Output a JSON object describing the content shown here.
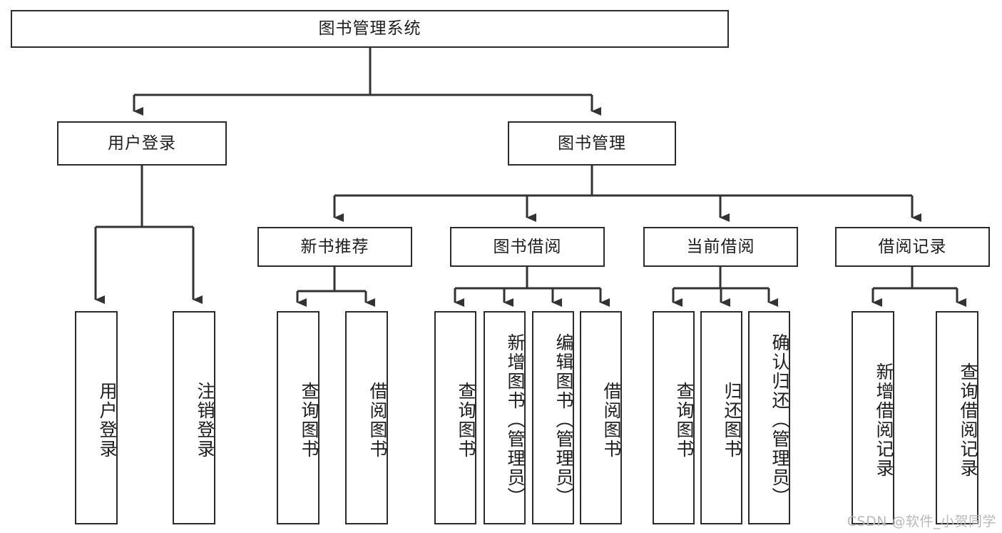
{
  "diagram": {
    "type": "tree",
    "title": "图书管理系统",
    "orientation": "top-down",
    "colors": {
      "background": "#ffffff",
      "box_border": "#2b2b2b",
      "box_fill": "#ffffff",
      "connector": "#333333",
      "text": "#1d1d1d",
      "watermark": "#b9b9b9"
    },
    "levels": {
      "root": {
        "label": "图书管理系统"
      },
      "level2": [
        {
          "label": "用户登录"
        },
        {
          "label": "图书管理"
        }
      ],
      "level3": [
        {
          "label": "新书推荐"
        },
        {
          "label": "图书借阅"
        },
        {
          "label": "当前借阅"
        },
        {
          "label": "借阅记录"
        }
      ],
      "leaves": {
        "user_login": [
          {
            "label": "用户登录"
          },
          {
            "label": "注销登录"
          }
        ],
        "new_book_recommend": [
          {
            "label": "查询图书"
          },
          {
            "label": "借阅图书"
          }
        ],
        "book_borrow": [
          {
            "label": "查询图书"
          },
          {
            "label": "新增图书（管理员）"
          },
          {
            "label": "编辑图书（管理员）"
          },
          {
            "label": "借阅图书"
          }
        ],
        "current_borrow": [
          {
            "label": "查询图书"
          },
          {
            "label": "归还图书"
          },
          {
            "label": "确认归还（管理员）"
          }
        ],
        "borrow_record": [
          {
            "label": "新增借阅记录"
          },
          {
            "label": "查询借阅记录"
          }
        ]
      }
    }
  },
  "watermark": {
    "text": "CSDN @软件_小贺同学"
  }
}
